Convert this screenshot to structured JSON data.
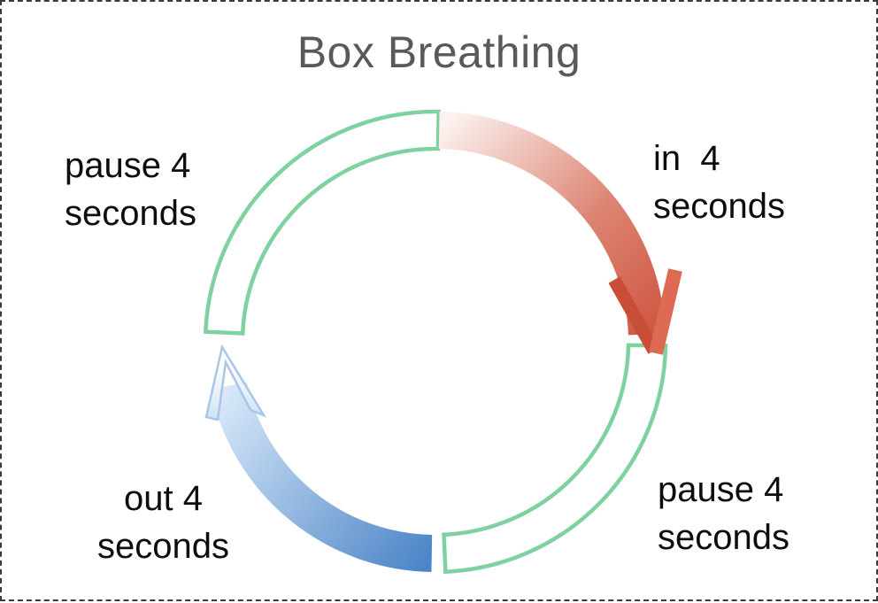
{
  "title": "Box Breathing",
  "colors": {
    "green": "#7fd2a0",
    "red_start": "#fbf1ef",
    "red_mid": "#dd8472",
    "red_end": "#cd523c",
    "red_head_dark": "#c94e38",
    "red_head_light": "#df6a54",
    "blue_start": "#4d86c8",
    "blue_end": "#dcebfa",
    "blue_head_outline": "#a9c6e8",
    "blue_head_fill_top": "#ffffff",
    "blue_head_fill_bottom": "#cfe2f7",
    "title_text": "#595959",
    "label_text": "#0d0d0d",
    "frame_border": "#3a3a3a",
    "background": "#ffffff"
  },
  "diagram": {
    "type": "cycle",
    "description": "Four-phase box breathing cycle shown as a circle of four arc segments",
    "steps": [
      {
        "id": "inhale",
        "label": "in  4\nseconds",
        "duration_seconds": 4,
        "position": "top-right",
        "style": "red-gradient-arrow",
        "direction": "clockwise"
      },
      {
        "id": "hold-after-in",
        "label": "pause 4\nseconds",
        "duration_seconds": 4,
        "position": "bottom-right",
        "style": "green-outline-arc"
      },
      {
        "id": "exhale",
        "label": "out 4\nseconds",
        "duration_seconds": 4,
        "position": "bottom-left",
        "style": "blue-gradient-arrow",
        "direction": "clockwise"
      },
      {
        "id": "hold-after-out",
        "label": "pause 4\nseconds",
        "duration_seconds": 4,
        "position": "top-left",
        "style": "green-outline-arc"
      }
    ]
  }
}
